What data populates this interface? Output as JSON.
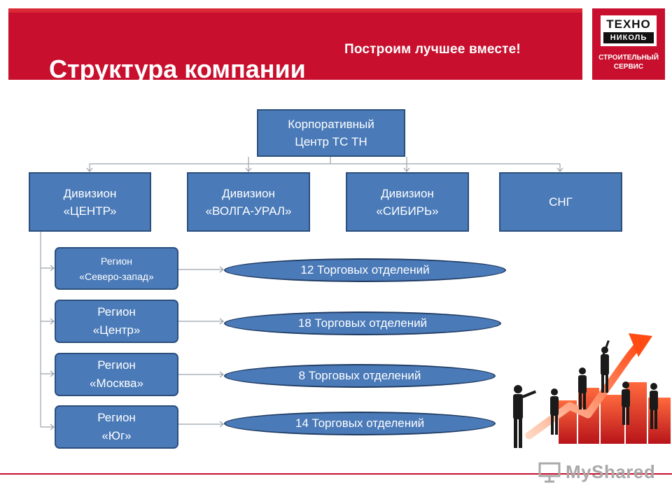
{
  "header": {
    "title": "Структура компании",
    "slogan": "Построим лучшее вместе!",
    "logo": {
      "top": "ТЕХНО",
      "bottom": "НИКОЛЬ",
      "subtitle": "СТРОИТЕЛЬНЫЙ СЕРВИС"
    }
  },
  "colors": {
    "brand_red": "#c8102e",
    "box_fill": "#4a7ab8",
    "box_border": "#2c4f7c"
  },
  "org": {
    "root": {
      "line1": "Корпоративный",
      "line2": "Центр ТС ТН"
    },
    "divisions": [
      {
        "line1": "Дивизион",
        "line2": "«ЦЕНТР»"
      },
      {
        "line1": "Дивизион",
        "line2": "«ВОЛГА-УРАЛ»"
      },
      {
        "line1": "Дивизион",
        "line2": "«СИБИРЬ»"
      },
      {
        "line1": "СНГ",
        "line2": ""
      }
    ],
    "regions": [
      {
        "line1": "Регион",
        "line2": "«Северо-запад»",
        "branches": "12 Торговых отделений"
      },
      {
        "line1": "Регион",
        "line2": "«Центр»",
        "branches": "18 Торговых отделений"
      },
      {
        "line1": "Регион",
        "line2": "«Москва»",
        "branches": "8 Торговых отделений"
      },
      {
        "line1": "Регион",
        "line2": "«Юг»",
        "branches": "14 Торговых отделений"
      }
    ]
  },
  "watermark": {
    "text": "MyShared",
    "icon": "presentation-screen-icon"
  },
  "illustration": {
    "icon": "business-growth-arrow-illustration"
  }
}
